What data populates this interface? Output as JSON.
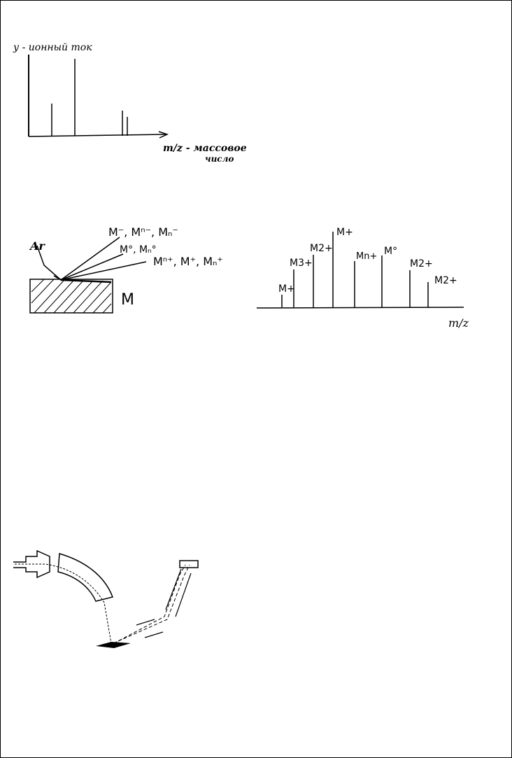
{
  "figure1": {
    "y_label": "у - ионный ток",
    "x_label_line1": "m/z - массовое",
    "x_label_line2": "число"
  },
  "figure2": {
    "beam_label": "Ar",
    "sample_label": "M",
    "negative_ions": "M⁻, Mⁿ⁻, Mₙ⁻",
    "neutrals": "M°, Mₙ°",
    "positive_ions": "Mⁿ⁺, M⁺, Mₙ⁺"
  },
  "figure3": {
    "x_label": "m/z",
    "peak_labels": [
      "M+",
      "M3+",
      "M2+",
      "M+",
      "Mn+",
      "M°",
      "M2+",
      "M2+"
    ]
  },
  "figure4": {}
}
